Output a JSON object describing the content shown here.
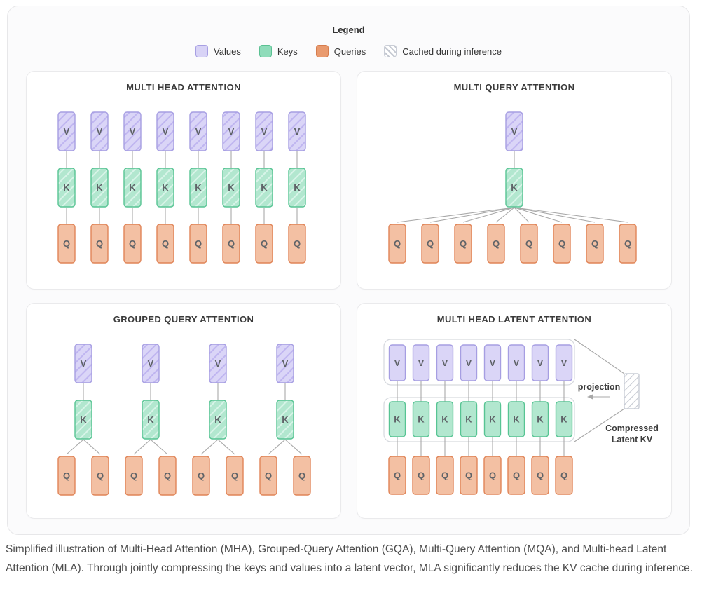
{
  "legend": {
    "title": "Legend",
    "items": [
      {
        "label": "Values",
        "type": "values"
      },
      {
        "label": "Keys",
        "type": "keys"
      },
      {
        "label": "Queries",
        "type": "queries"
      },
      {
        "label": "Cached during inference",
        "type": "cached"
      }
    ]
  },
  "colors": {
    "values_fill": "#dad5f7",
    "values_border": "#a69ee2",
    "values_hatch": "#bfb5f0",
    "keys_fill": "#b2e7cf",
    "keys_border": "#57c493",
    "keys_hatch": "#d8f4e8",
    "queries_fill": "#f3c0a3",
    "queries_border": "#e08457",
    "cached_hatch": "#c3c7d0",
    "cached_border": "#c9cdd6",
    "line": "#a8a8a8",
    "container_border": "#d6d9de",
    "letter": "#5f6368"
  },
  "box_labels": {
    "value": "V",
    "key": "K",
    "query": "Q"
  },
  "panels": [
    {
      "id": "mha",
      "type": "mha",
      "title": "MULTI HEAD ATTENTION",
      "heads": 8
    },
    {
      "id": "mqa",
      "type": "mqa",
      "title": "MULTI QUERY ATTENTION",
      "heads": 8
    },
    {
      "id": "gqa",
      "type": "gqa",
      "title": "GROUPED QUERY ATTENTION",
      "groups": 4,
      "queries_per_group": 2
    },
    {
      "id": "mla",
      "type": "mla",
      "title": "MULTI HEAD LATENT ATTENTION",
      "heads": 8,
      "projection_label": "projection",
      "latent_label_line1": "Compressed",
      "latent_label_line2": "Latent KV"
    }
  ],
  "caption": "Simplified illustration of Multi-Head Attention (MHA), Grouped-Query Attention (GQA), Multi-Query Attention (MQA), and Multi-head Latent Attention (MLA). Through jointly compressing the keys and values into a latent vector, MLA significantly reduces the KV cache during inference."
}
